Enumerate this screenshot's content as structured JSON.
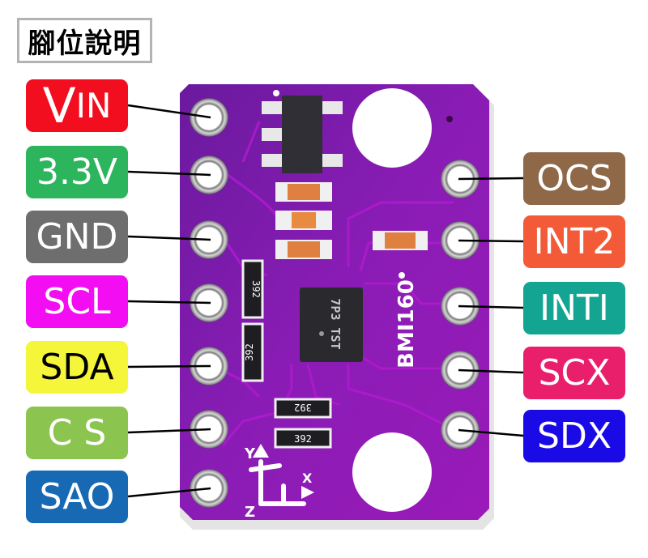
{
  "title": "腳位說明",
  "board": {
    "chip_marking": "7P3 TST",
    "model_silkscreen": "BMI160",
    "resistor_marking": "392",
    "axis_labels": [
      "Y",
      "Z",
      "X"
    ],
    "colors": {
      "pcb": "#7a1fb0",
      "pcb_highlight": "#a21ec9",
      "pad_ring": "#b8b8b8",
      "chip": "#2a2a2a",
      "capacitor": "#e08040"
    }
  },
  "left_pins": [
    {
      "id": "vin",
      "label_big": "V",
      "label_small": "IN",
      "color": "#f20d1f",
      "text_color": "#ffffff"
    },
    {
      "id": "3v3",
      "label": "3.3V",
      "color": "#2db55d",
      "text_color": "#ffffff"
    },
    {
      "id": "gnd",
      "label": "GND",
      "color": "#6e6e6e",
      "text_color": "#ffffff"
    },
    {
      "id": "scl",
      "label": "SCL",
      "color": "#f20df2",
      "text_color": "#ffffff"
    },
    {
      "id": "sda",
      "label": "SDA",
      "color": "#f5f53a",
      "text_color": "#000000"
    },
    {
      "id": "cs",
      "label": "C S",
      "color": "#8cc450",
      "text_color": "#ffffff"
    },
    {
      "id": "sao",
      "label": "SAO",
      "color": "#1869b4",
      "text_color": "#ffffff"
    }
  ],
  "right_pins": [
    {
      "id": "ocs",
      "label": "OCS",
      "color": "#8f6848",
      "text_color": "#ffffff"
    },
    {
      "id": "int2",
      "label": "INT2",
      "color": "#f25a38",
      "text_color": "#ffffff"
    },
    {
      "id": "int1",
      "label": "INTI",
      "color": "#14a592",
      "text_color": "#ffffff"
    },
    {
      "id": "scx",
      "label": "SCX",
      "color": "#ea1f6c",
      "text_color": "#ffffff"
    },
    {
      "id": "sdx",
      "label": "SDX",
      "color": "#1a0ae6",
      "text_color": "#ffffff"
    }
  ]
}
